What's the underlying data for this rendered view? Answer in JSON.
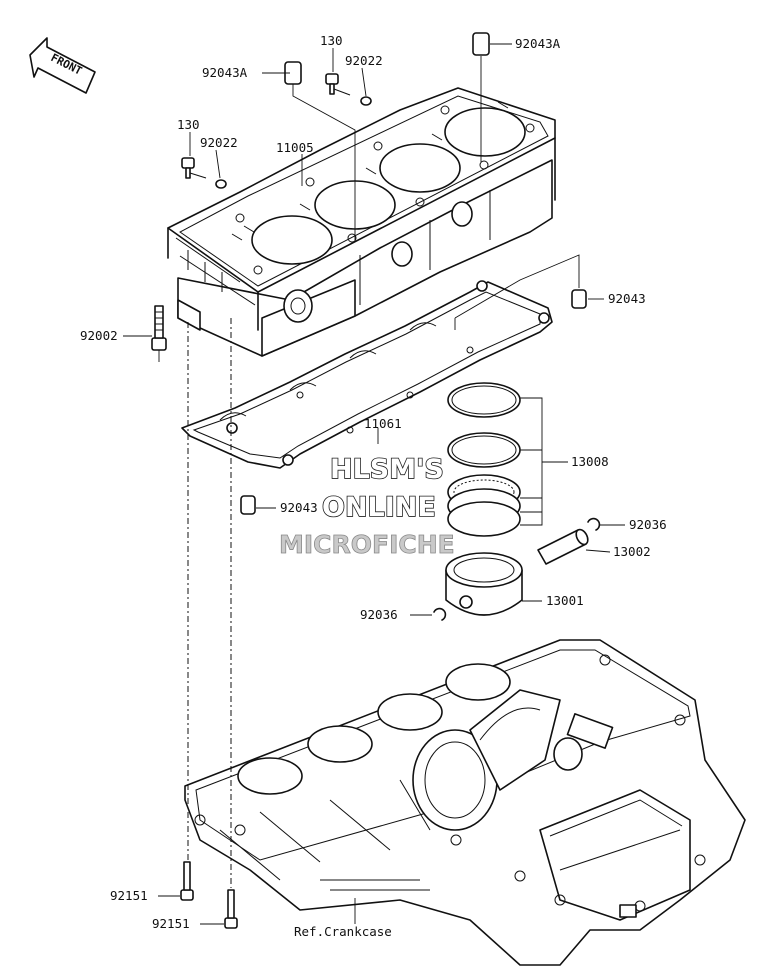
{
  "front_arrow": {
    "label": "FRONT"
  },
  "watermark": {
    "line1": "HLSM'S",
    "line2": "ONLINE",
    "line3": "MICROFICHE"
  },
  "parts": [
    {
      "id": "p-92043a-left",
      "label": "92043A"
    },
    {
      "id": "p-130-top",
      "label": "130"
    },
    {
      "id": "p-92022-top",
      "label": "92022"
    },
    {
      "id": "p-92043a-right",
      "label": "92043A"
    },
    {
      "id": "p-130-left",
      "label": "130"
    },
    {
      "id": "p-92022-left",
      "label": "92022"
    },
    {
      "id": "p-11005",
      "label": "11005"
    },
    {
      "id": "p-92043-right",
      "label": "92043"
    },
    {
      "id": "p-92002",
      "label": "92002"
    },
    {
      "id": "p-11061",
      "label": "11061"
    },
    {
      "id": "p-13008",
      "label": "13008"
    },
    {
      "id": "p-92043-lower",
      "label": "92043"
    },
    {
      "id": "p-92036-right",
      "label": "92036"
    },
    {
      "id": "p-13002",
      "label": "13002"
    },
    {
      "id": "p-13001",
      "label": "13001"
    },
    {
      "id": "p-92036-left",
      "label": "92036"
    },
    {
      "id": "p-92151-upper",
      "label": "92151"
    },
    {
      "id": "p-92151-lower",
      "label": "92151"
    }
  ],
  "reference": {
    "label": "Ref.Crankcase"
  }
}
